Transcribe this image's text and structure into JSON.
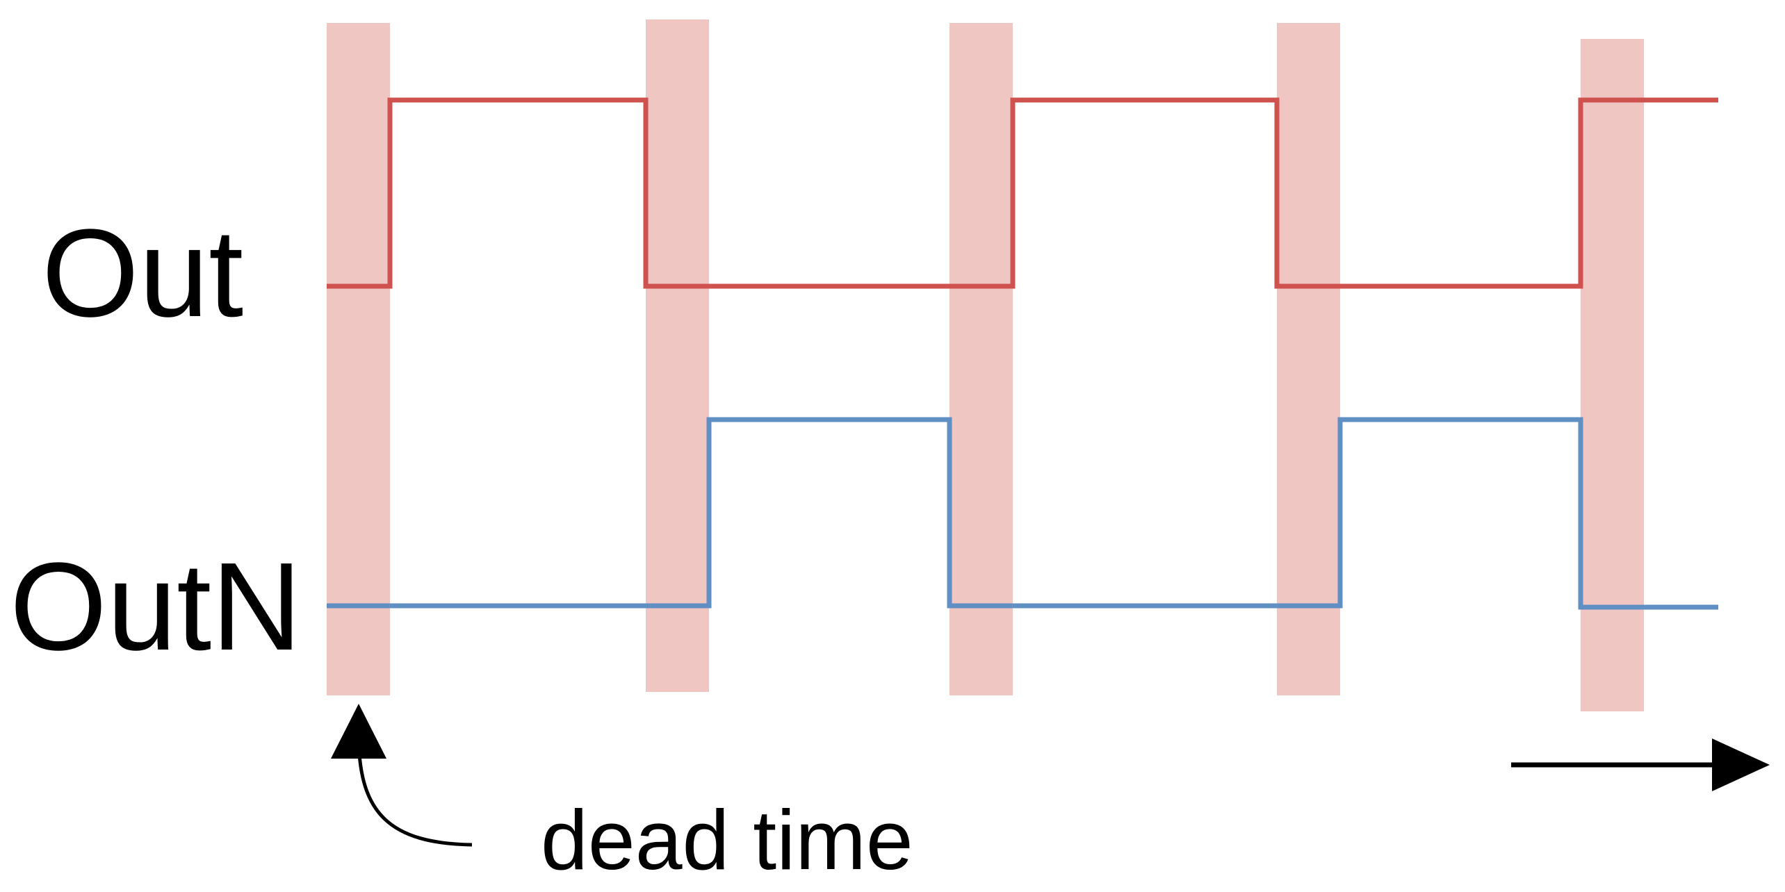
{
  "signals": {
    "out": {
      "label": "Out",
      "color": "#d0524f"
    },
    "outn": {
      "label": "OutN",
      "color": "#5f8fc3"
    }
  },
  "dead_time": {
    "label": "dead time",
    "band_color": "#f0c6c3"
  },
  "annotation_color": "#000000"
}
